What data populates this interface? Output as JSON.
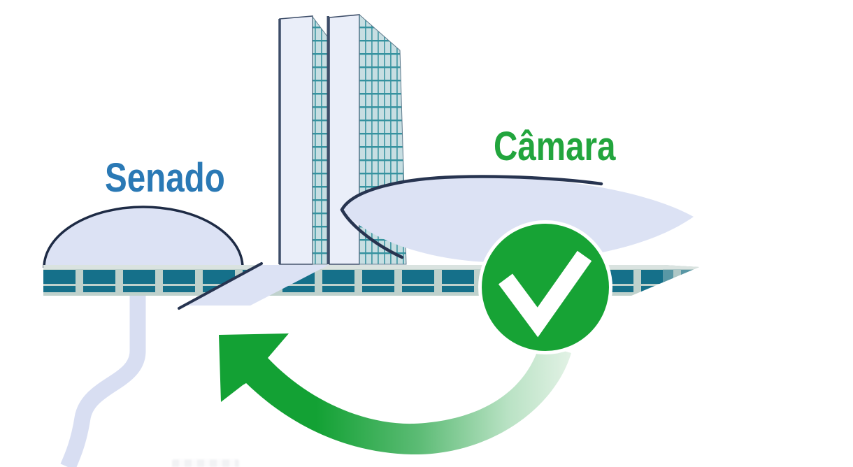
{
  "labels": {
    "senado": "Senado",
    "camara": "Câmara"
  },
  "icons": {
    "check_circle_icon": "white checkmark inside green circle (approval)",
    "curved_arrow_icon": "green curved swoosh arrow pointing up-left (return flow)"
  },
  "colors": {
    "senado_label": "#2A79B5",
    "camara_label": "#22A53D",
    "check_circle_green": "#17A335",
    "arrow_green": "#13A134",
    "arrow_fade": "#E8F4EA",
    "building_lavender": "#DCE2F4",
    "outline_navy": "#273450",
    "railing_teal": "#15708A",
    "railing_frame": "#BFD1CC",
    "glass_pane_teal": "#C7DEE2",
    "glass_grid_teal": "#35929F"
  }
}
